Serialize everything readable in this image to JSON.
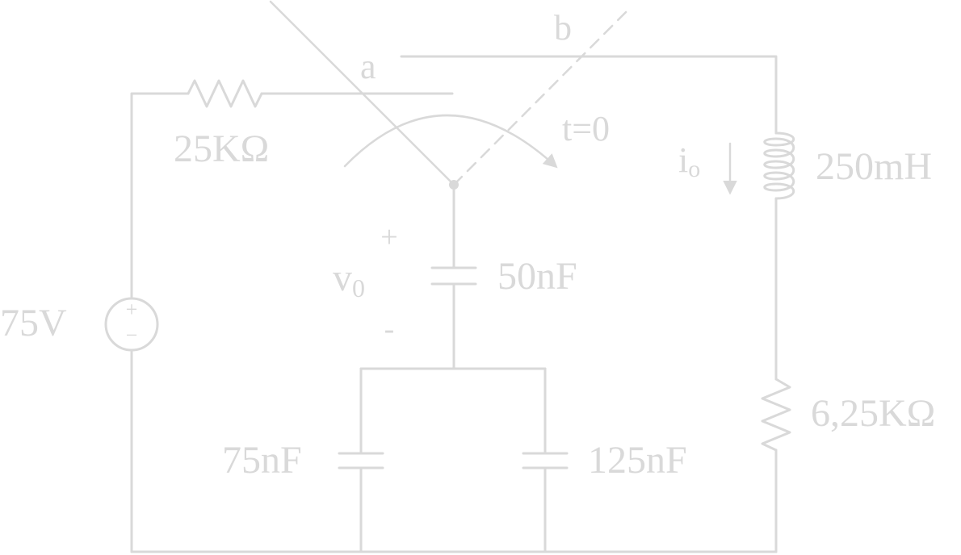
{
  "circuit": {
    "colors": {
      "stroke": "#d9d9d9",
      "background": "#ffffff"
    },
    "source": {
      "label": "75V",
      "plus": "+",
      "minus": "−"
    },
    "resistor_left": {
      "label": "25KΩ"
    },
    "switch": {
      "terminal_a": "a",
      "terminal_b": "b",
      "time_label": "t=0"
    },
    "inductor": {
      "label": "250mH",
      "current_symbol": "i",
      "current_subscript": "o"
    },
    "resistor_right": {
      "label": "6,25KΩ"
    },
    "capacitor_top": {
      "label": "50nF",
      "voltage_symbol": "v",
      "voltage_subscript": "0",
      "plus": "+",
      "minus": "-"
    },
    "capacitor_left": {
      "label": "75nF"
    },
    "capacitor_right": {
      "label": "125nF"
    }
  }
}
